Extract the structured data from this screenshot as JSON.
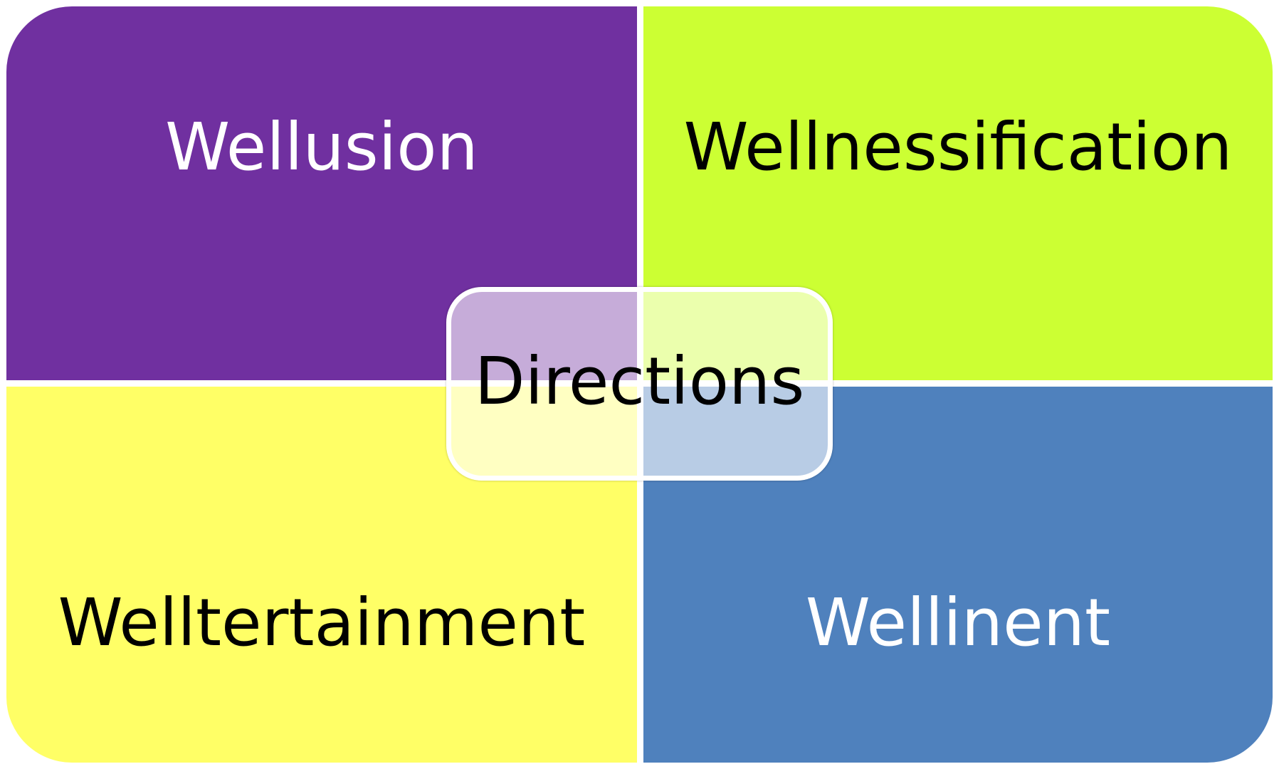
{
  "quadrants": {
    "top_left": {
      "label": "Wellusion",
      "fill": "#7030A0",
      "text_color": "#FFFFFF"
    },
    "top_right": {
      "label": "Wellnessification",
      "fill": "#CCFF33",
      "text_color": "#000000"
    },
    "bottom_left": {
      "label": "Welltertainment",
      "fill": "#FFFF66",
      "text_color": "#000000"
    },
    "bottom_right": {
      "label": "Wellinent",
      "fill": "#4F81BD",
      "text_color": "#FFFFFF"
    }
  },
  "center": {
    "label": "Directions",
    "text_color": "#000000"
  }
}
